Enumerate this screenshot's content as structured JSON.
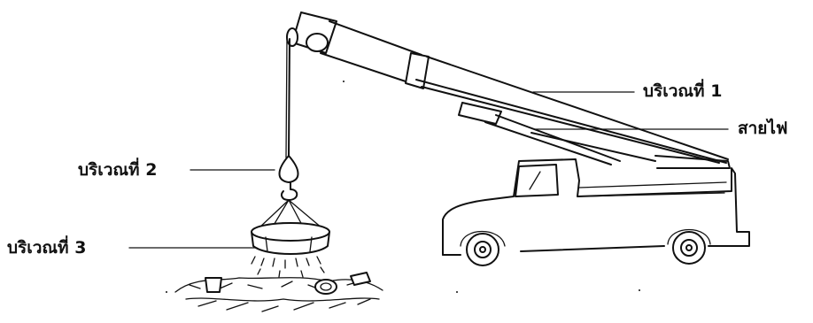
{
  "labels": {
    "region_1": "บริเวณที่ 1",
    "power_line": "สายไฟ",
    "region_2": "บริเวณที่ 2",
    "region_3": "บริเวณที่ 3"
  },
  "colors": {
    "ink": "#111111",
    "background": "#ffffff"
  }
}
